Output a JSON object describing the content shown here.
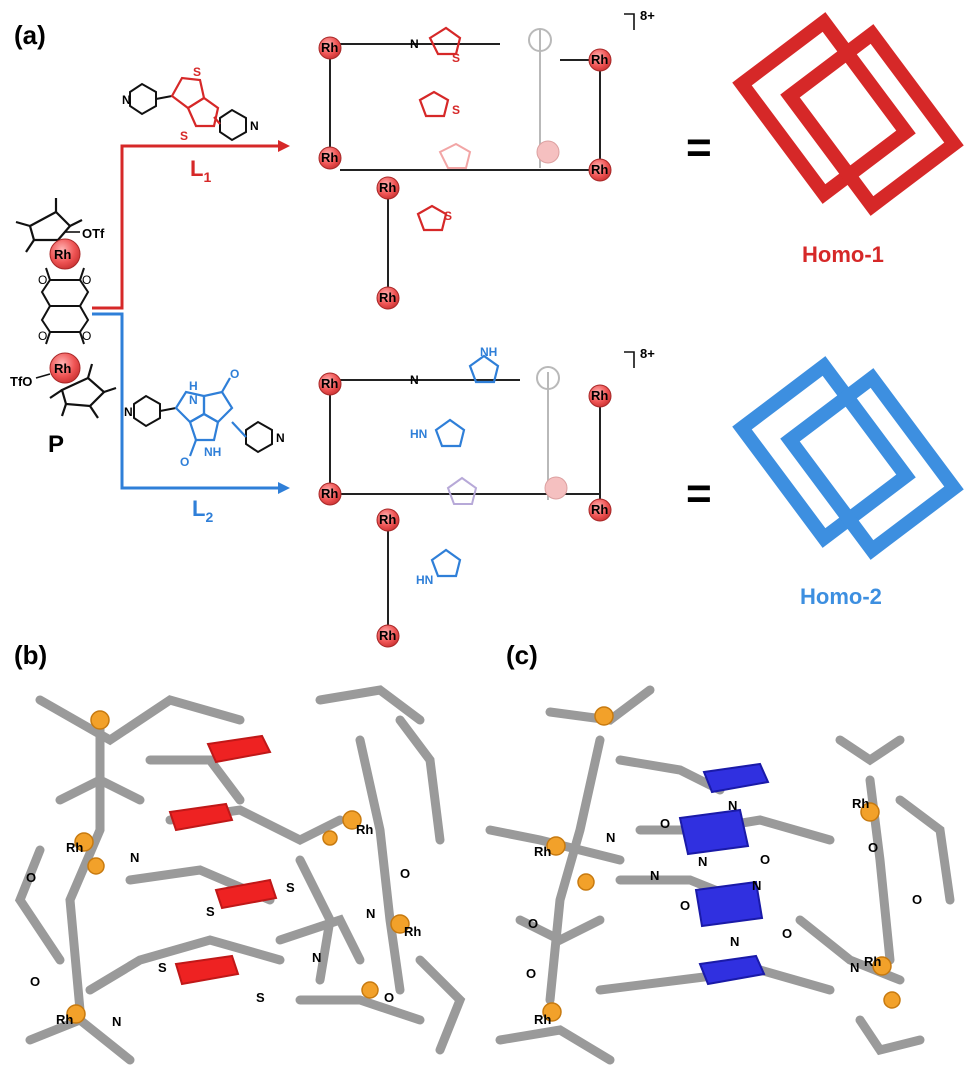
{
  "panels": {
    "a": "(a)",
    "b": "(b)",
    "c": "(c)"
  },
  "precursor": {
    "name": "P",
    "metal": "Rh",
    "leaving_group": "OTf",
    "leaving_group_alt": "TfO"
  },
  "ligands": {
    "l1": {
      "label": "L",
      "sub": "1",
      "heteroatom": "S",
      "n": "N",
      "color": "#d62828"
    },
    "l2": {
      "label": "L",
      "sub": "2",
      "nh": "NH",
      "hn": "HN",
      "h": "H",
      "n": "N",
      "o": "O",
      "color": "#2f7fd8"
    }
  },
  "products": {
    "charge": "8+",
    "equals": "=",
    "homo1": {
      "label": "Homo-1",
      "color": "#d62828"
    },
    "homo2": {
      "label": "Homo-2",
      "color": "#3d8fe0"
    }
  },
  "crystal": {
    "b": {
      "rh": "Rh",
      "n": "N",
      "o": "O",
      "s": "S",
      "highlight": "#ee2222"
    },
    "c": {
      "rh": "Rh",
      "n": "N",
      "o": "O",
      "highlight": "#3030e0"
    }
  }
}
